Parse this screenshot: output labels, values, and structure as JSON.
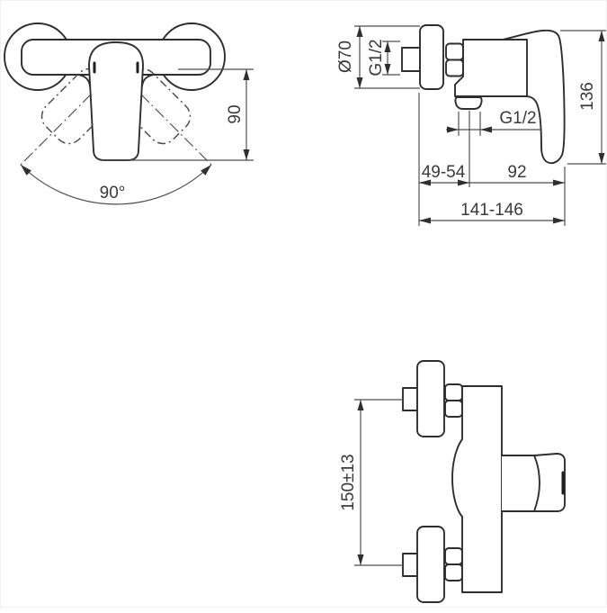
{
  "page": {
    "background": "#ffffff",
    "line_color": "#2e2e2e",
    "dimension_color": "#4d4d4d",
    "text_color": "#3a3a3a"
  },
  "drawing": {
    "front_view": {
      "handle_swivel_angle": "90°",
      "handle_height": "90"
    },
    "side_view": {
      "escutcheon_diameter": "Ø70",
      "inlet_thread": "G1/2",
      "outlet_thread": "G1/2",
      "total_height": "136",
      "outlet_offset": "49-54",
      "body_depth": "92",
      "total_depth": "141-146"
    },
    "top_view": {
      "inlet_spacing": "150±13"
    }
  }
}
